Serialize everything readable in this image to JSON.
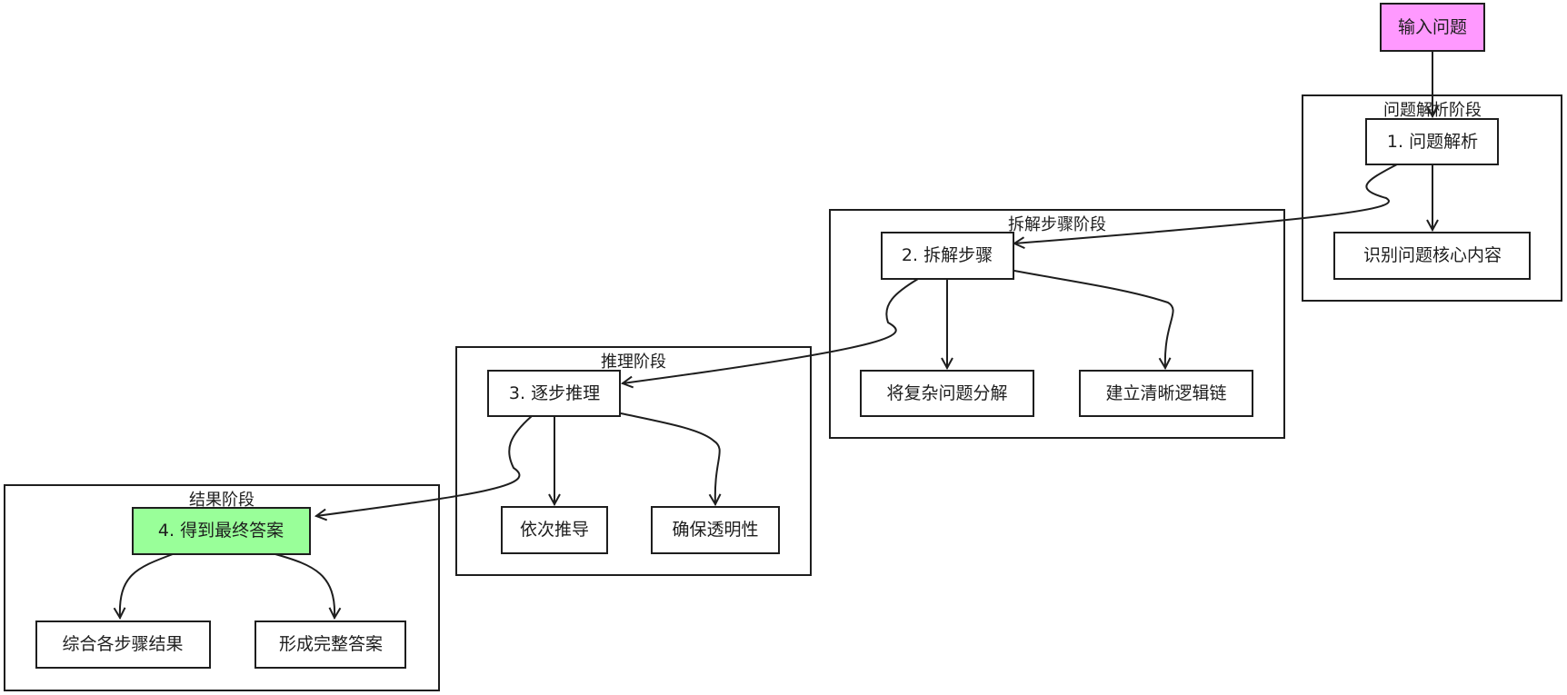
{
  "colors": {
    "input_fill": "#ff99ff",
    "result_fill": "#99ff99",
    "default_fill": "#ffffff",
    "stroke": "#1e1e1e"
  },
  "groups": {
    "parse_stage": "问题解析阶段",
    "decompose_stage": "拆解步骤阶段",
    "reason_stage": "推理阶段",
    "result_stage": "结果阶段"
  },
  "nodes": {
    "input": "输入问题",
    "step1": "1. 问题解析",
    "identify_core": "识别问题核心内容",
    "step2": "2. 拆解步骤",
    "split_complex": "将复杂问题分解",
    "build_chain": "建立清晰逻辑链",
    "step3": "3. 逐步推理",
    "derive_sequential": "依次推导",
    "ensure_transparency": "确保透明性",
    "step4": "4. 得到最终答案",
    "combine_results": "综合各步骤结果",
    "form_answer": "形成完整答案"
  },
  "edges": [
    {
      "from": "input",
      "to": "step1"
    },
    {
      "from": "step1",
      "to": "identify_core"
    },
    {
      "from": "step1",
      "to": "step2"
    },
    {
      "from": "step2",
      "to": "split_complex"
    },
    {
      "from": "step2",
      "to": "build_chain"
    },
    {
      "from": "step2",
      "to": "step3"
    },
    {
      "from": "step3",
      "to": "derive_sequential"
    },
    {
      "from": "step3",
      "to": "ensure_transparency"
    },
    {
      "from": "step3",
      "to": "step4"
    },
    {
      "from": "step4",
      "to": "combine_results"
    },
    {
      "from": "step4",
      "to": "form_answer"
    }
  ]
}
